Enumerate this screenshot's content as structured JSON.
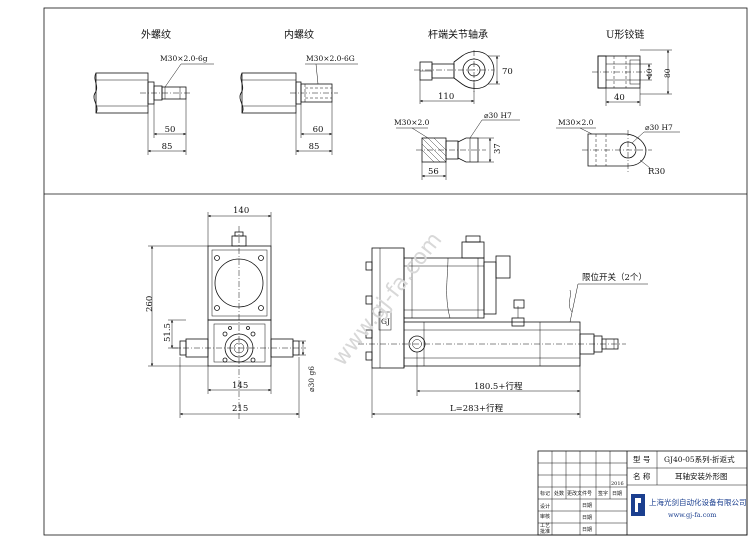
{
  "top_views": {
    "external_thread": {
      "title": "外螺纹",
      "thread_note": "M30×2.0-6g",
      "dim_a": "50",
      "dim_b": "85"
    },
    "internal_thread": {
      "title": "内螺纹",
      "thread_note": "M30×2.0-6G",
      "dim_a": "60",
      "dim_b": "85"
    },
    "rod_end": {
      "title": "杆端关节轴承",
      "dim_height": "70",
      "dim_length": "110",
      "thread_note": "M30×2.0",
      "bore_note": "⌀30 H7",
      "dim_width": "37",
      "dim_bottom": "56"
    },
    "clevis": {
      "title": "U形铰链",
      "dim_slot": "40",
      "dim_height": "80",
      "dim_bottom": "40",
      "thread_note": "M30×2.0",
      "bore_note": "⌀30 H7",
      "radius_note": "R30"
    }
  },
  "front_view": {
    "dim_top": "140",
    "dim_height": "260",
    "dim_mid": "51.5",
    "dim_lower": "145",
    "dim_bottom": "215",
    "dim_bore": "⌀30 g6"
  },
  "side_view": {
    "limit_switch_label": "限位开关（2个）",
    "dim_stroke_a": "180.5+行程",
    "dim_stroke_b": "L=283+行程",
    "logo_mark": "GJ",
    "watermark": "www.gj-fa.com"
  },
  "title_block": {
    "model_label": "型 号",
    "model_value": "GJ40-05系列-折返式",
    "name_label": "名 称",
    "name_value": "耳轴安装外形图",
    "year": "2016",
    "rev_mark": "标记",
    "rev_count": "处数",
    "rev_doc": "更改文件号",
    "rev_sign": "签字",
    "rev_date": "日期",
    "design": "设计",
    "check": "审核",
    "process": "工艺",
    "approve": "批准",
    "date_label": "日期",
    "company": "上海光剑自动化设备有限公司",
    "website": "www.gj-fa.com"
  }
}
